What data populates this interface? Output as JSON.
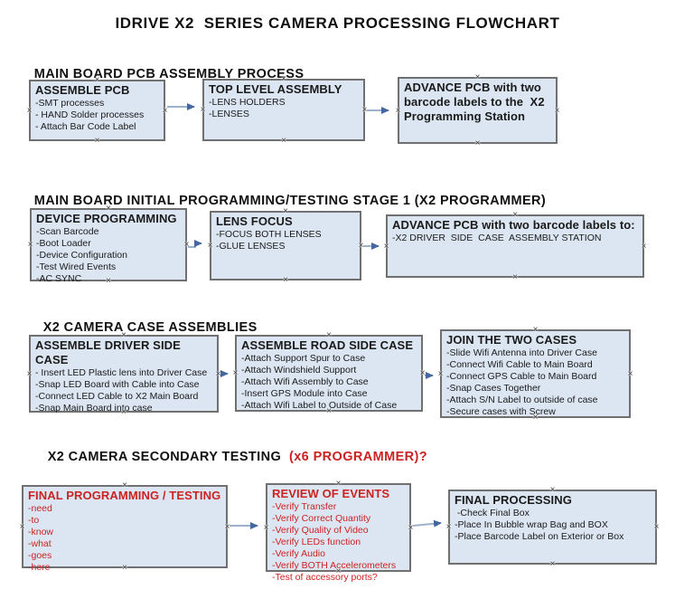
{
  "title": "IDRIVE X2  SERIES CAMERA PROCESSING FLOWCHART",
  "colors": {
    "box_fill": "#dce6f2",
    "box_border": "#707070",
    "arrow_line": "#9db1cc",
    "arrow_head": "#44679f",
    "accent_red": "#cc2222",
    "text": "#1a1a1a"
  },
  "sections": [
    {
      "heading": "MAIN BOARD PCB ASSEMBLY PROCESS",
      "boxes": [
        {
          "title": "ASSEMBLE PCB",
          "items": [
            "-SMT processes",
            "- HAND Solder processes",
            "- Attach Bar Code Label"
          ]
        },
        {
          "title": "TOP LEVEL ASSEMBLY",
          "items": [
            "-LENS HOLDERS",
            "-LENSES"
          ]
        },
        {
          "title": "ADVANCE PCB with two barcode labels to the  X2 Programming Station",
          "items": []
        }
      ]
    },
    {
      "heading": "MAIN BOARD INITIAL PROGRAMMING/TESTING STAGE 1 (X2 PROGRAMMER)",
      "boxes": [
        {
          "title": "DEVICE PROGRAMMING",
          "items": [
            "-Scan Barcode",
            "-Boot Loader",
            "-Device Configuration",
            "-Test Wired Events",
            "-AC SYNC"
          ]
        },
        {
          "title": "LENS FOCUS",
          "items": [
            "-FOCUS BOTH LENSES",
            "-GLUE LENSES"
          ]
        },
        {
          "title": "ADVANCE PCB with two barcode labels to:",
          "items": [
            "-X2 DRIVER  SIDE  CASE  ASSEMBLY STATION"
          ]
        }
      ]
    },
    {
      "heading": "X2 CAMERA CASE ASSEMBLIES",
      "boxes": [
        {
          "title": "ASSEMBLE DRIVER SIDE CASE",
          "items": [
            "- Insert LED Plastic lens into Driver Case",
            "-Snap LED Board with Cable into Case",
            "-Connect LED Cable to X2 Main Board",
            "-Snap Main Board into case"
          ]
        },
        {
          "title": "ASSEMBLE ROAD SIDE CASE",
          "items": [
            "-Attach Support Spur to Case",
            "-Attach Windshield Support",
            "-Attach Wifi Assembly to Case",
            "-Insert GPS Module into Case",
            "-Attach Wifi Label to Outside of Case"
          ]
        },
        {
          "title": "JOIN THE TWO CASES",
          "items": [
            "-Slide Wifi Antenna into Driver Case",
            "-Connect Wifi Cable to Main Board",
            "-Connect GPS Cable to Main Board",
            "-Snap Cases Together",
            "-Attach S/N Label to outside of case",
            "-Secure cases with Screw"
          ]
        }
      ]
    },
    {
      "heading": "X2 CAMERA SECONDARY TESTING ",
      "heading_red": " (x6 PROGRAMMER)?",
      "boxes": [
        {
          "title": "FINAL PROGRAMMING / TESTING",
          "items": [
            "-need",
            "-to",
            "-know",
            "-what",
            "-goes",
            "-here"
          ]
        },
        {
          "title": "REVIEW OF EVENTS",
          "items": [
            "-Verify Transfer",
            "-Verify Correct Quantity",
            "-Verify Quality of Video",
            "-Verify LEDs function",
            "-Verify Audio",
            "-Verify BOTH Accelerometers",
            "-Test of accessory ports?"
          ]
        },
        {
          "title": "FINAL PROCESSING",
          "items": [
            " -Check Final Box",
            "-Place In Bubble wrap Bag and BOX",
            "-Place Barcode Label on Exterior or Box"
          ]
        }
      ]
    }
  ]
}
